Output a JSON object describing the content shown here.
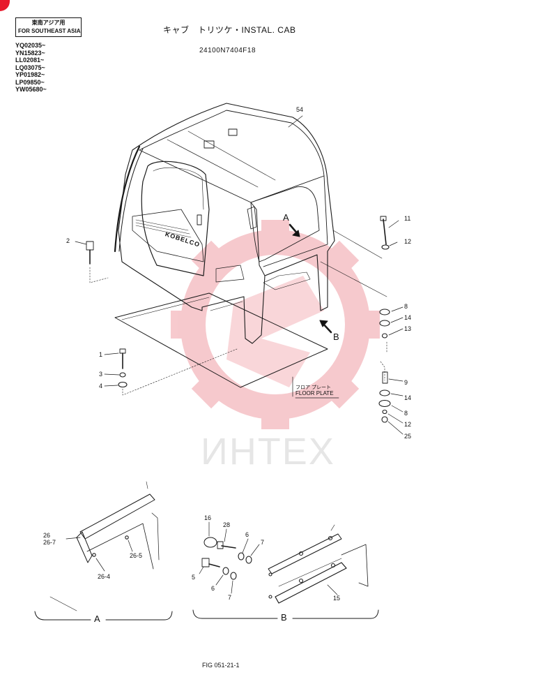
{
  "region_box": {
    "line1": "東南アジア用",
    "line2": "FOR SOUTHEAST ASIA"
  },
  "title": "キャブ　トリツケ・INSTAL. CAB",
  "part_number": "24100N7404F18",
  "serials": [
    "YQ02035~",
    "YN15823~",
    "LL02081~",
    "LQ03075~",
    "YP01982~",
    "LP09850~",
    "YW05680~"
  ],
  "callouts": {
    "c54": "54",
    "c2": "2",
    "c11": "11",
    "c12a": "12",
    "c8a": "8",
    "c14a": "14",
    "c13": "13",
    "c9": "9",
    "c14b": "14",
    "c8b": "8",
    "c12b": "12",
    "c25": "25",
    "c1": "1",
    "c3": "3",
    "c4": "4",
    "c26": "26",
    "c26_7": "26-7",
    "c26_5": "26-5",
    "c26_4": "26-4",
    "c16": "16",
    "c28": "28",
    "c6a": "6",
    "c7a": "7",
    "c5": "5",
    "c6b": "6",
    "c7b": "7",
    "c15": "15"
  },
  "view_labels": {
    "a_arrow": "A",
    "b_arrow": "B",
    "a_detail": "A",
    "b_detail": "B"
  },
  "floor_plate": {
    "jp": "フロア プレート",
    "en": "FLOOR PLATE"
  },
  "cab_brand": "KOBELCO",
  "watermark": "ИНТЕХ",
  "fig_number": "FIG 051-21-1",
  "colors": {
    "watermark_gear": "#f4b8bd",
    "brand_corner": "#e8192c"
  }
}
